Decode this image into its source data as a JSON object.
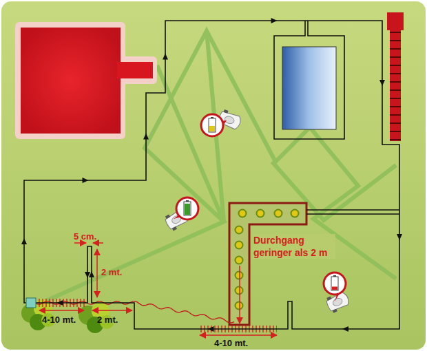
{
  "diagram": {
    "labels": [
      "5 cm.",
      "2 mt.",
      "Durchgang geringer als 2 m",
      "4-10 mt.",
      "2 mt.",
      "4-10 mt."
    ]
  }
}
